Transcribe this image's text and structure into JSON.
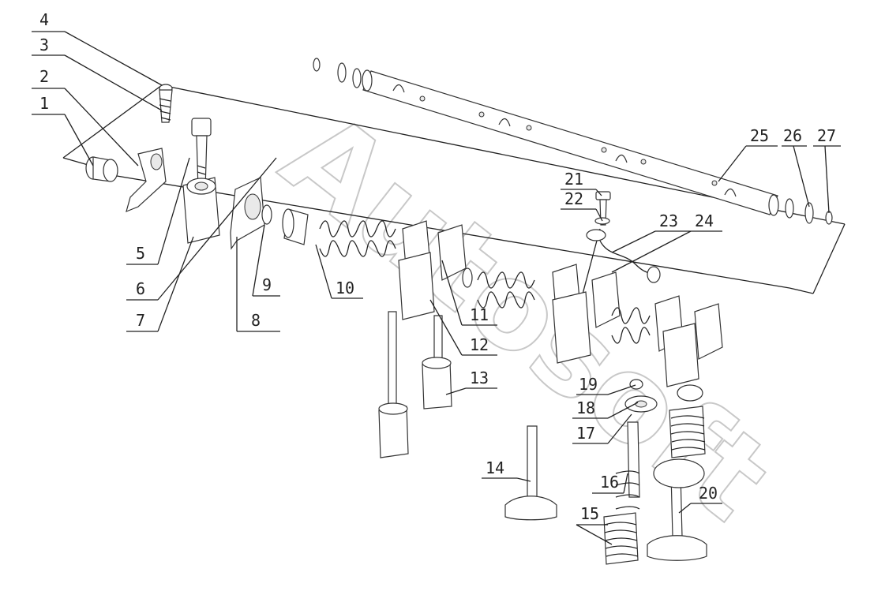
{
  "watermark": "Autosoft",
  "callouts": [
    {
      "id": "1",
      "label": "1"
    },
    {
      "id": "2",
      "label": "2"
    },
    {
      "id": "3",
      "label": "3"
    },
    {
      "id": "4",
      "label": "4"
    },
    {
      "id": "5",
      "label": "5"
    },
    {
      "id": "6",
      "label": "6"
    },
    {
      "id": "7",
      "label": "7"
    },
    {
      "id": "8",
      "label": "8"
    },
    {
      "id": "9",
      "label": "9"
    },
    {
      "id": "10",
      "label": "10"
    },
    {
      "id": "11",
      "label": "11"
    },
    {
      "id": "12",
      "label": "12"
    },
    {
      "id": "13",
      "label": "13"
    },
    {
      "id": "14",
      "label": "14"
    },
    {
      "id": "15",
      "label": "15"
    },
    {
      "id": "16",
      "label": "16"
    },
    {
      "id": "17",
      "label": "17"
    },
    {
      "id": "18",
      "label": "18"
    },
    {
      "id": "19",
      "label": "19"
    },
    {
      "id": "20",
      "label": "20"
    },
    {
      "id": "21",
      "label": "21"
    },
    {
      "id": "22",
      "label": "22"
    },
    {
      "id": "23",
      "label": "23"
    },
    {
      "id": "24",
      "label": "24"
    },
    {
      "id": "25",
      "label": "25"
    },
    {
      "id": "26",
      "label": "26"
    },
    {
      "id": "27",
      "label": "27"
    }
  ]
}
